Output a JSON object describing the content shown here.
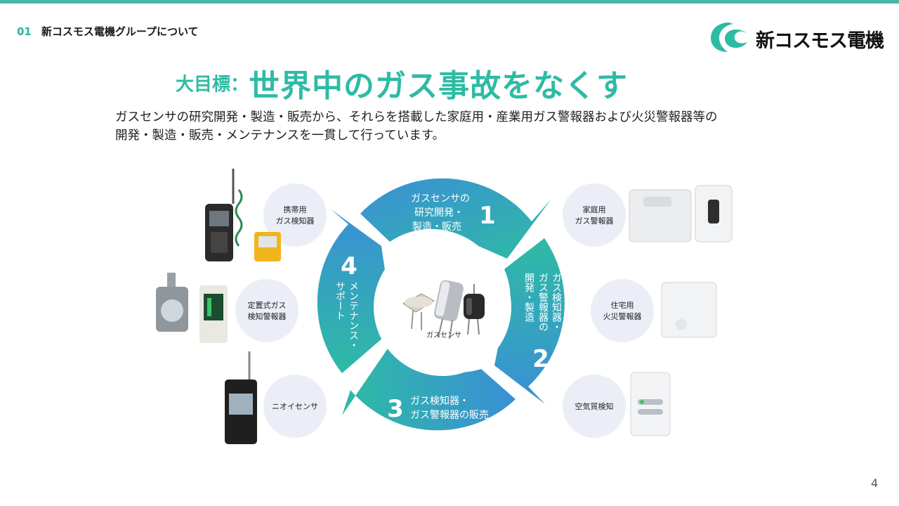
{
  "header": {
    "section_number": "01",
    "section_title": "新コスモス電機グループについて",
    "logo_text": "新コスモス電機"
  },
  "headline": {
    "prefix": "大目標：",
    "main": "世界中のガス事故をなくす"
  },
  "description": [
    "ガスセンサの研究開発・製造・販売から、それらを搭載した家庭用・産業用ガス警報器および火災警報器等の",
    "開発・製造・販売・メンテナンスを一貫して行っています。"
  ],
  "cycle": {
    "center_label": "ガスセンサ",
    "steps": [
      {
        "number": "1",
        "lines": [
          "ガスセンサの",
          "研究開発・",
          "製造・販売"
        ]
      },
      {
        "number": "2",
        "lines": [
          "ガス検知器・",
          "ガス警報器の",
          "開発・製造"
        ]
      },
      {
        "number": "3",
        "lines": [
          "ガス検知器・",
          "ガス警報器の販売"
        ]
      },
      {
        "number": "4",
        "lines": [
          "メンテナンス・",
          "サポート"
        ]
      }
    ]
  },
  "products": {
    "left": [
      {
        "lines": [
          "携帯用",
          "ガス検知器"
        ]
      },
      {
        "lines": [
          "定置式ガス",
          "検知警報器"
        ]
      },
      {
        "lines": [
          "ニオイセンサ"
        ]
      }
    ],
    "right": [
      {
        "lines": [
          "家庭用",
          "ガス警報器"
        ]
      },
      {
        "lines": [
          "住宅用",
          "火災警報器"
        ]
      },
      {
        "lines": [
          "空気質検知"
        ]
      }
    ]
  },
  "colors": {
    "accent_teal": "#2ebba4",
    "accent_blue": "#3a8fd6",
    "bubble": "#eceef7"
  },
  "page_number": "4"
}
